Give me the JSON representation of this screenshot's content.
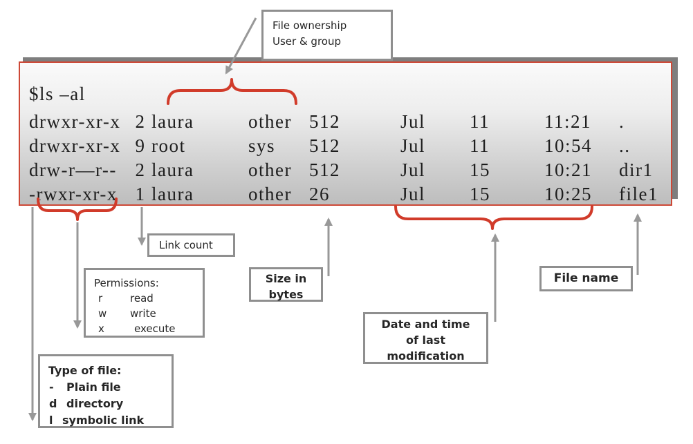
{
  "colors": {
    "accent_red": "#d13b2a",
    "terminal_border_red": "#cd4836",
    "arrow_gray": "#989898",
    "box_border_gray": "#8f8f8f",
    "shadow_gray": "#7e7e7e"
  },
  "terminal": {
    "command": "$ls –al",
    "rows": [
      {
        "perms": "drwxr-xr-x",
        "links": "2",
        "owner": "laura",
        "group": "other",
        "size": "512",
        "month": "Jul",
        "day": "11",
        "time": "11:21",
        "name": "."
      },
      {
        "perms": "drwxr-xr-x",
        "links": "9",
        "owner": "root",
        "group": "sys",
        "size": "512",
        "month": "Jul",
        "day": "11",
        "time": "10:54",
        "name": ".."
      },
      {
        "perms": "drw-r—r--",
        "links": "2",
        "owner": "laura",
        "group": "other",
        "size": "512",
        "month": "Jul",
        "day": "15",
        "time": "10:21",
        "name": "dir1"
      },
      {
        "perms": "-rwxr-xr-x",
        "links": "1",
        "owner": "laura",
        "group": "other",
        "size": "26",
        "month": "Jul",
        "day": "15",
        "time": "10:25",
        "name": "file1"
      }
    ]
  },
  "callouts": {
    "ownership": {
      "line1": "File ownership",
      "line2": "User & group"
    },
    "link_count": {
      "label": "Link count"
    },
    "permissions": {
      "title": "Permissions:",
      "rows": [
        {
          "key": "r",
          "value": "read"
        },
        {
          "key": "w",
          "value": "write"
        },
        {
          "key": "x",
          "value": "execute"
        }
      ]
    },
    "file_type": {
      "title": "Type of file:",
      "rows": [
        {
          "key": "-",
          "value": "Plain file"
        },
        {
          "key": "d",
          "value": "directory"
        },
        {
          "key": "l",
          "value": "symbolic link"
        }
      ]
    },
    "size": {
      "line1": "Size in",
      "line2": "bytes"
    },
    "date_time": {
      "line1": "Date and time",
      "line2": "of last",
      "line3": "modification"
    },
    "file_name": {
      "label": "File name"
    }
  }
}
